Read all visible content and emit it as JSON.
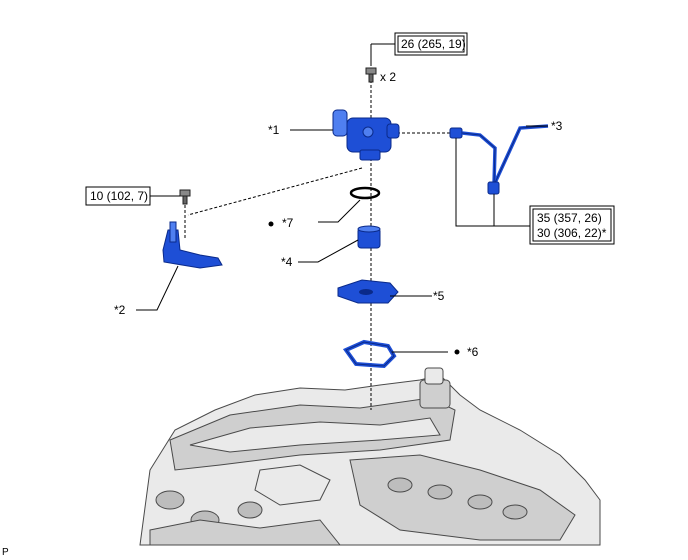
{
  "torque_bolt_top": "26 (265, 19)",
  "qty_bolt_top": "x 2",
  "torque_bolt_left": "10 (102, 7)",
  "torque_line_1": "35 (357, 26)",
  "torque_line_2": "30 (306, 22)*",
  "labels": {
    "p1": "*1",
    "p2": "*2",
    "p3": "*3",
    "p4": "*4",
    "p5": "*5",
    "p6": "*6",
    "p7": "*7"
  },
  "corner_code": "P",
  "colors": {
    "part": "#1e4fd6",
    "engine": "#eaeaea"
  }
}
